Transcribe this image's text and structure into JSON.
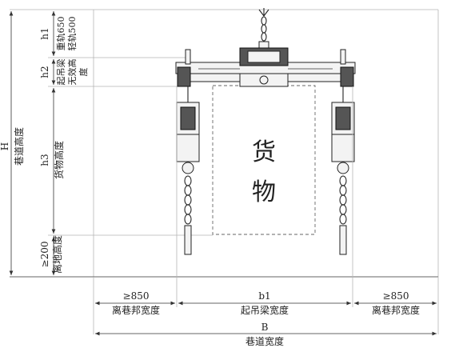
{
  "labels": {
    "h1": "h1",
    "h1_note_heavy": "重轨650",
    "h1_note_light": "轻轨500",
    "h2": "h2",
    "h2_note_line1": "起吊梁",
    "h2_note_line2": "无效高",
    "h2_note_line3": "度",
    "H": "H",
    "H_note": "巷道高度",
    "h3": "h3",
    "h3_note": "货物高度",
    "ground_value": "≥200",
    "ground_note": "离地高度",
    "cargo_line1": "货",
    "cargo_line2": "物",
    "left_clear_value": "≥850",
    "left_clear_note": "离巷邦宽度",
    "b1": "b1",
    "b1_note": "起吊梁宽度",
    "right_clear_value": "≥850",
    "right_clear_note": "离巷邦宽度",
    "B": "B",
    "B_note": "巷道宽度"
  },
  "colors": {
    "line": "#333333",
    "guide": "#b5b5b5",
    "mechanism_fill": "#555555",
    "dashed_cargo": "#666666"
  },
  "icons": {
    "arrow": "dimension-arrow-icon",
    "hook": "crane-hook-icon",
    "chain": "chain-icon"
  }
}
